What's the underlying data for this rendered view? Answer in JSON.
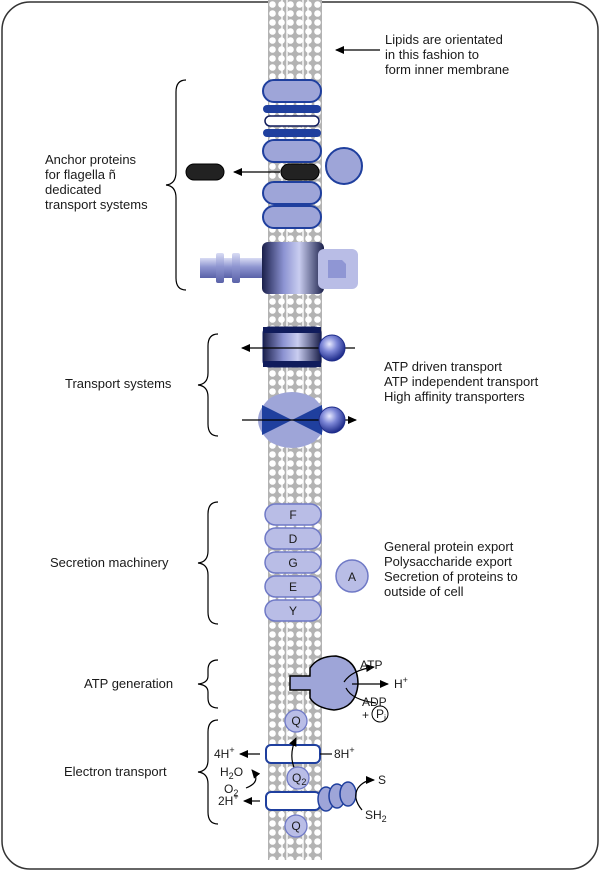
{
  "top_note": [
    "Lipids are orientated",
    "in this fashion to",
    "form inner membrane"
  ],
  "anchor": {
    "label": [
      "Anchor proteins",
      "for flagella ñ",
      "dedicated",
      "transport systems"
    ]
  },
  "transport": {
    "label": "Transport systems",
    "notes": [
      "ATP driven transport",
      "ATP independent transport",
      "High affinity transporters"
    ]
  },
  "secretion": {
    "label": "Secretion machinery",
    "units": [
      "F",
      "D",
      "G",
      "E",
      "Y"
    ],
    "side_unit": "A",
    "notes": [
      "General protein export",
      "Polysaccharide export",
      "Secretion of proteins to",
      "outside of cell"
    ]
  },
  "atp": {
    "label": "ATP generation",
    "atp": "ATP",
    "h": "H",
    "h_sup": "+",
    "adp": "ADP",
    "plus": "+",
    "pi": "P",
    "pi_sub": "i"
  },
  "electron": {
    "label": "Electron transport",
    "q_top": "Q",
    "q2": "Q",
    "q2_sub": "2",
    "q_bottom": "Q",
    "four_h": "4H",
    "eight_h": "8H",
    "two_h": "2H",
    "sup": "+",
    "h2o_h": "H",
    "h2o_sub": "2",
    "h2o_o": "O",
    "o2_o": "O",
    "o2_sub": "2",
    "s": "S",
    "sh": "SH",
    "sh_sub": "2"
  },
  "colors": {
    "membrane": "#b3b3b3",
    "protein_fill": "#9ea5d8",
    "protein_light": "#b9bde6",
    "dark_blue": "#1f3f9e",
    "navy": "#101c5c"
  }
}
